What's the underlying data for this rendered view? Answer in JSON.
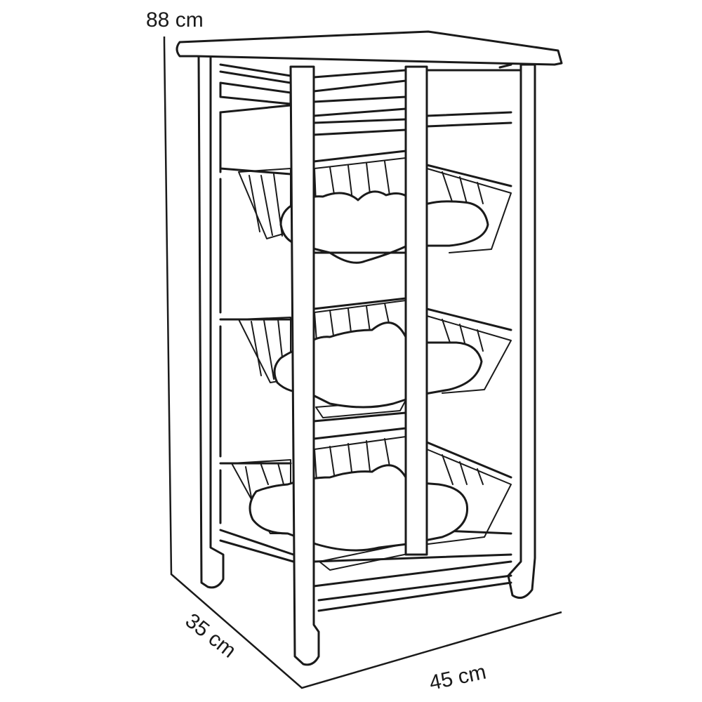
{
  "dimensions": {
    "height_label": "88 cm",
    "depth_label": "35 cm",
    "width_label": "45 cm"
  }
}
